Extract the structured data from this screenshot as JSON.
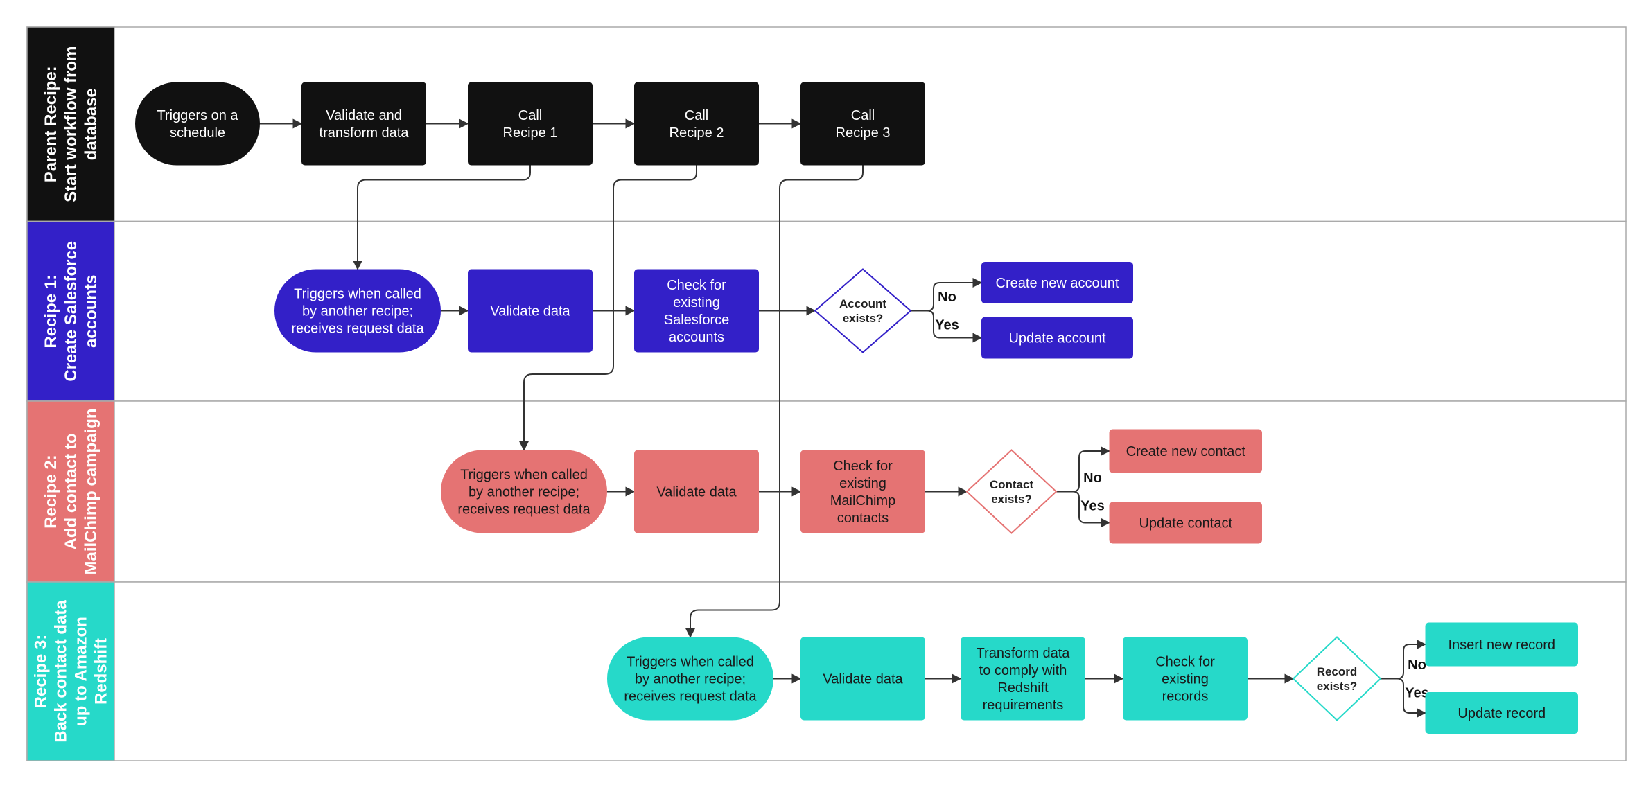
{
  "colors": {
    "parent": "#111111",
    "recipe1": "#3320C8",
    "recipe2": "#E57373",
    "recipe3": "#26D9C9",
    "border": "#AAAAAA",
    "arrow": "#333333",
    "diamond_text": "#222222"
  },
  "lanes": [
    {
      "id": "parent",
      "label": [
        "Parent Recipe:",
        "Start workflow from",
        "database"
      ]
    },
    {
      "id": "recipe1",
      "label": [
        "Recipe 1:",
        "Create Salesforce",
        "accounts"
      ]
    },
    {
      "id": "recipe2",
      "label": [
        "Recipe 2:",
        "Add contact to",
        "MailChimp campaign"
      ]
    },
    {
      "id": "recipe3",
      "label": [
        "Recipe 3:",
        "Back contact data",
        "up to Amazon",
        "Redshift"
      ]
    }
  ],
  "nodes": [
    {
      "id": "p_trigger",
      "lane": "parent",
      "shape": "terminal",
      "lines": [
        "Triggers on a",
        "schedule"
      ]
    },
    {
      "id": "p_validate",
      "lane": "parent",
      "shape": "rect",
      "lines": [
        "Validate and",
        "transform data"
      ]
    },
    {
      "id": "p_call1",
      "lane": "parent",
      "shape": "rect",
      "lines": [
        "Call",
        "Recipe 1"
      ]
    },
    {
      "id": "p_call2",
      "lane": "parent",
      "shape": "rect",
      "lines": [
        "Call",
        "Recipe 2"
      ]
    },
    {
      "id": "p_call3",
      "lane": "parent",
      "shape": "rect",
      "lines": [
        "Call",
        "Recipe 3"
      ]
    },
    {
      "id": "r1_trigger",
      "lane": "recipe1",
      "shape": "terminal",
      "lines": [
        "Triggers when called",
        "by another recipe;",
        "receives request data"
      ]
    },
    {
      "id": "r1_validate",
      "lane": "recipe1",
      "shape": "rect",
      "lines": [
        "Validate data"
      ]
    },
    {
      "id": "r1_check",
      "lane": "recipe1",
      "shape": "rect",
      "lines": [
        "Check for",
        "existing",
        "Salesforce",
        "accounts"
      ]
    },
    {
      "id": "r1_decision",
      "lane": "recipe1",
      "shape": "diamond",
      "lines": [
        "Account",
        "exists?"
      ]
    },
    {
      "id": "r1_create",
      "lane": "recipe1",
      "shape": "rect",
      "lines": [
        "Create new account"
      ]
    },
    {
      "id": "r1_update",
      "lane": "recipe1",
      "shape": "rect",
      "lines": [
        "Update account"
      ]
    },
    {
      "id": "r2_trigger",
      "lane": "recipe2",
      "shape": "terminal",
      "lines": [
        "Triggers when called",
        "by another recipe;",
        "receives request data"
      ]
    },
    {
      "id": "r2_validate",
      "lane": "recipe2",
      "shape": "rect",
      "lines": [
        "Validate data"
      ]
    },
    {
      "id": "r2_check",
      "lane": "recipe2",
      "shape": "rect",
      "lines": [
        "Check for",
        "existing",
        "MailChimp",
        "contacts"
      ]
    },
    {
      "id": "r2_decision",
      "lane": "recipe2",
      "shape": "diamond",
      "lines": [
        "Contact",
        "exists?"
      ]
    },
    {
      "id": "r2_create",
      "lane": "recipe2",
      "shape": "rect",
      "lines": [
        "Create new contact"
      ]
    },
    {
      "id": "r2_update",
      "lane": "recipe2",
      "shape": "rect",
      "lines": [
        "Update contact"
      ]
    },
    {
      "id": "r3_trigger",
      "lane": "recipe3",
      "shape": "terminal",
      "lines": [
        "Triggers when called",
        "by another recipe;",
        "receives request data"
      ]
    },
    {
      "id": "r3_validate",
      "lane": "recipe3",
      "shape": "rect",
      "lines": [
        "Validate data"
      ]
    },
    {
      "id": "r3_transform",
      "lane": "recipe3",
      "shape": "rect",
      "lines": [
        "Transform data",
        "to comply with",
        "Redshift",
        "requirements"
      ]
    },
    {
      "id": "r3_check",
      "lane": "recipe3",
      "shape": "rect",
      "lines": [
        "Check for",
        "existing",
        "records"
      ]
    },
    {
      "id": "r3_decision",
      "lane": "recipe3",
      "shape": "diamond",
      "lines": [
        "Record",
        "exists?"
      ]
    },
    {
      "id": "r3_insert",
      "lane": "recipe3",
      "shape": "rect",
      "lines": [
        "Insert new record"
      ]
    },
    {
      "id": "r3_update",
      "lane": "recipe3",
      "shape": "rect",
      "lines": [
        "Update record"
      ]
    }
  ],
  "edges": [
    {
      "from": "p_trigger",
      "to": "p_validate"
    },
    {
      "from": "p_validate",
      "to": "p_call1"
    },
    {
      "from": "p_call1",
      "to": "p_call2"
    },
    {
      "from": "p_call2",
      "to": "p_call3"
    },
    {
      "from": "p_call1",
      "to": "r1_trigger"
    },
    {
      "from": "p_call2",
      "to": "r2_trigger"
    },
    {
      "from": "p_call3",
      "to": "r3_trigger"
    },
    {
      "from": "r1_trigger",
      "to": "r1_validate"
    },
    {
      "from": "r1_validate",
      "to": "r1_check"
    },
    {
      "from": "r1_check",
      "to": "r1_decision"
    },
    {
      "from": "r1_decision",
      "to": "r1_create",
      "label": "No"
    },
    {
      "from": "r1_decision",
      "to": "r1_update",
      "label": "Yes"
    },
    {
      "from": "r2_trigger",
      "to": "r2_validate"
    },
    {
      "from": "r2_validate",
      "to": "r2_check"
    },
    {
      "from": "r2_check",
      "to": "r2_decision"
    },
    {
      "from": "r2_decision",
      "to": "r2_create",
      "label": "No"
    },
    {
      "from": "r2_decision",
      "to": "r2_update",
      "label": "Yes"
    },
    {
      "from": "r3_trigger",
      "to": "r3_validate"
    },
    {
      "from": "r3_validate",
      "to": "r3_transform"
    },
    {
      "from": "r3_transform",
      "to": "r3_check"
    },
    {
      "from": "r3_check",
      "to": "r3_decision"
    },
    {
      "from": "r3_decision",
      "to": "r3_insert",
      "label": "No"
    },
    {
      "from": "r3_decision",
      "to": "r3_update",
      "label": "Yes"
    }
  ]
}
